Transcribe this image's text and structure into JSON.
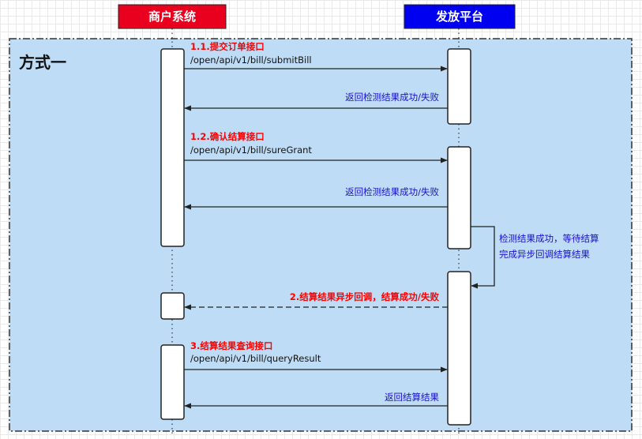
{
  "participants": {
    "merchant": {
      "label": "商户系统",
      "color": "#e8001e"
    },
    "platform": {
      "label": "发放平台",
      "color": "#0000f0"
    }
  },
  "frame": {
    "title": "方式一"
  },
  "messages": {
    "m1": {
      "title": "1.1.提交订单接口",
      "path": "/open/api/v1/bill/submitBill"
    },
    "m1_reply": {
      "text": "返回检测结果成功/失败"
    },
    "m2": {
      "title": "1.2.确认结算接口",
      "path": "/open/api/v1/bill/sureGrant"
    },
    "m2_reply": {
      "text": "返回检测结果成功/失败"
    },
    "self_note": {
      "line1": "检测结果成功，等待结算",
      "line2": "完成异步回调结算结果"
    },
    "callback": {
      "text": "2.结算结果异步回调，结算成功/失败"
    },
    "m3": {
      "title": "3.结算结果查询接口",
      "path": "/open/api/v1/bill/queryResult"
    },
    "m3_reply": {
      "text": "返回结算结果"
    }
  },
  "colors": {
    "red_label": "#ff0000",
    "blue_label": "#1a10cc",
    "frame_fill": "#bedcf5"
  }
}
